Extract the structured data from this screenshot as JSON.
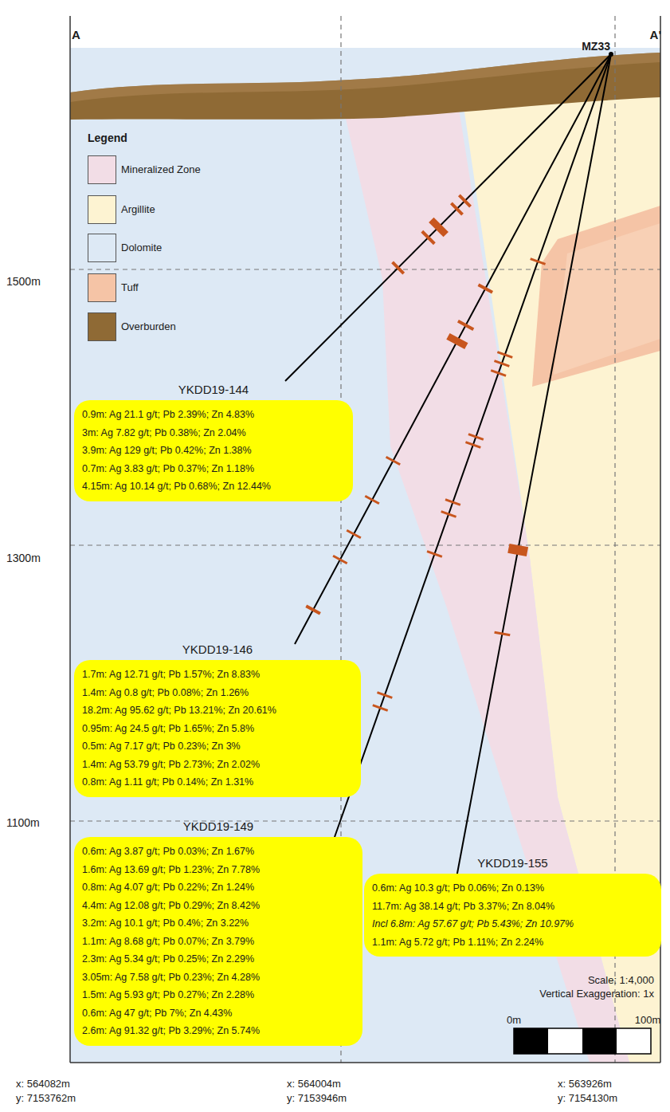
{
  "diagram": {
    "nodes": [
      {
        "text": [
          "YKDD19-144",
          "0.9m: Ag 21.1 g/t; Pb 2.39%; Zn 4.83%",
          "3m: Ag 7.82 g/t; Pb 0.38%; Zn 2.04%",
          "3.9m: Ag 129 g/t; Pb 0.42%; Zn 1.38%",
          "0.7m: Ag 3.83 g/t; Pb 0.37%; Zn 1.18%",
          "4.15m: Ag 10.14 g/t; Pb 0.68%; Zn 12.44%"
        ]
      },
      {
        "text": [
          "YKDD19-146",
          "1.7m: Ag 12.71 g/t; Pb 1.57%; Zn 8.83%",
          "1.4m: Ag 0.8 g/t; Pb 0.08%; Zn 1.26%",
          "18.2m: Ag 95.62 g/t; Pb 13.21%; Zn 20.61%",
          "0.95m: Ag 24.5 g/t; Pb 1.65%; Zn 5.8%",
          "0.5m: Ag 7.17 g/t; Pb 0.23%; Zn 3%",
          "1.4m: Ag 53.79 g/t; Pb 2.73%; Zn 2.02%",
          "0.8m: Ag 1.11 g/t; Pb 0.14%; Zn 1.31%"
        ]
      },
      {
        "text": [
          "YKDD19-149",
          "0.6m: Ag 3.87 g/t; Pb 0.03%; Zn 1.67%",
          "1.6m: Ag 13.69 g/t; Pb 1.23%; Zn 7.78%",
          "0.8m: Ag 4.07 g/t; Pb 0.22%; Zn 1.24%",
          "4.4m: Ag 12.08 g/t; Pb 0.29%; Zn 8.42%",
          "3.2m: Ag 10.1 g/t; Pb 0.4%; Zn 3.22%",
          "1.1m: Ag 8.68 g/t; Pb 0.07%; Zn 3.79%",
          "2.3m: Ag 5.34 g/t; Pb 0.25%; Zn 2.29%",
          "3.05m: Ag 7.58 g/t; Pb 0.23%; Zn 4.28%",
          "1.5m: Ag 5.93 g/t; Pb 0.27%; Zn 2.28%",
          "0.6m: Ag 47 g/t; Pb 7%; Zn 4.43%",
          "2.6m: Ag 91.32 g/t; Pb 3.29%; Zn 5.74%"
        ]
      },
      {
        "text": [
          "YKDD19-155",
          "0.6m: Ag 10.3 g/t; Pb 0.06%; Zn 0.13%",
          "11.7m: Ag 38.14 g/t; Pb 3.37%; Zn 8.04%",
          "Incl 6.8m: Ag 57.67 g/t; Pb 5.43%; Zn 10.97%",
          "1.1m: Ag 5.72 g/t; Pb 1.11%; Zn 2.24%"
        ]
      }
    ],
    "labels": [
      "A",
      "A'",
      "MZ33",
      "Legend",
      "1500m",
      "1300m",
      "1100m",
      "Scale: 1:4,000",
      "Vertical Exaggeration: 1x",
      "0m",
      "100m",
      "x: 564082m",
      "y: 7153762m",
      "x: 564004m",
      "y: 7153946m",
      "x: 563926m",
      "y: 7154130m"
    ],
    "legend": [
      {
        "text": "Mineralized Zone",
        "color": "#f2dde6"
      },
      {
        "text": "Argillite",
        "color": "#fdf3d2"
      },
      {
        "text": "Dolomite",
        "color": "#dde9f5"
      },
      {
        "text": "Tuff",
        "color": "#f5c4a6"
      },
      {
        "text": "Overburden",
        "color": "#8f6a35"
      }
    ]
  }
}
